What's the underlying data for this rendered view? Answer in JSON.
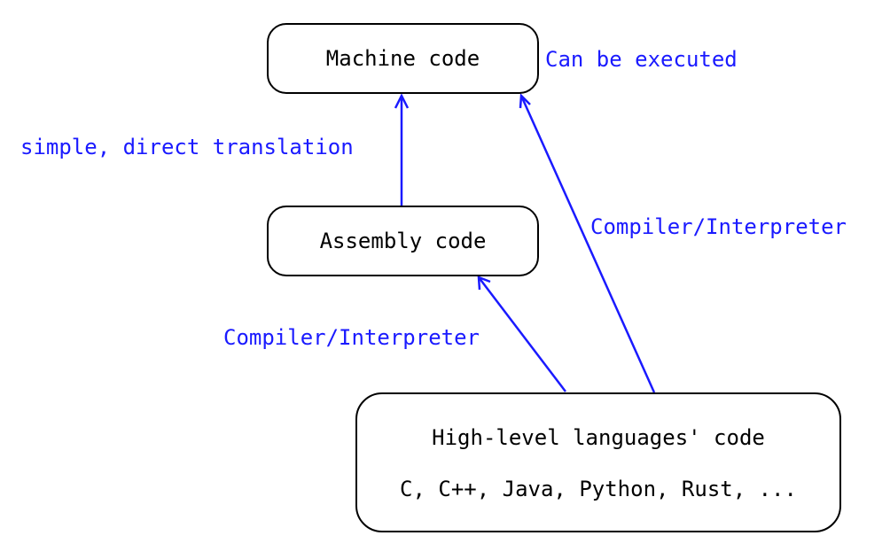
{
  "nodes": {
    "machine": {
      "label": "Machine code"
    },
    "assembly": {
      "label": "Assembly code"
    },
    "high_level": {
      "label": "High-level languages' code",
      "examples": "C, C++, Java, Python, Rust, ..."
    }
  },
  "annotations": {
    "executable": "Can be executed",
    "direct_translation": "simple, direct translation",
    "compiler_to_machine": "Compiler/Interpreter",
    "compiler_to_assembly": "Compiler/Interpreter"
  },
  "edges": [
    {
      "from": "assembly",
      "to": "machine",
      "label_key": "direct_translation",
      "color": "#1a1aff"
    },
    {
      "from": "high_level",
      "to": "assembly",
      "label_key": "compiler_to_assembly",
      "color": "#1a1aff"
    },
    {
      "from": "high_level",
      "to": "machine",
      "label_key": "compiler_to_machine",
      "color": "#1a1aff"
    }
  ],
  "colors": {
    "edge": "#1a1aff",
    "box_border": "#000000",
    "text": "#000000"
  }
}
